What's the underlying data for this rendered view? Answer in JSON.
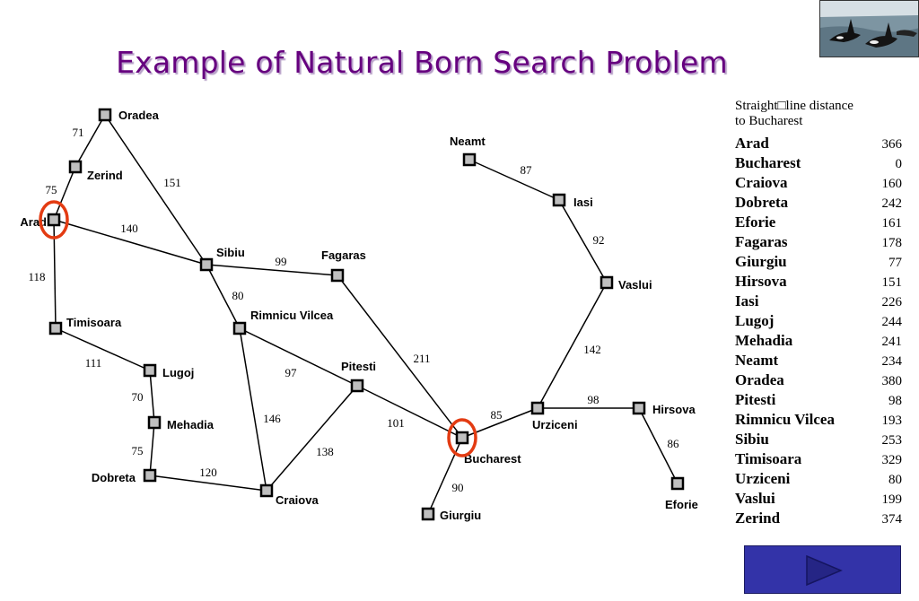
{
  "slide": {
    "title": "Example of Natural Born Search Problem"
  },
  "map": {
    "cities": [
      {
        "id": "oradea",
        "name": "Oradea"
      },
      {
        "id": "zerind",
        "name": "Zerind"
      },
      {
        "id": "arad",
        "name": "Arad"
      },
      {
        "id": "timisoara",
        "name": "Timisoara"
      },
      {
        "id": "lugoj",
        "name": "Lugoj"
      },
      {
        "id": "mehadia",
        "name": "Mehadia"
      },
      {
        "id": "dobreta",
        "name": "Dobreta"
      },
      {
        "id": "craiova",
        "name": "Craiova"
      },
      {
        "id": "sibiu",
        "name": "Sibiu"
      },
      {
        "id": "rimnicu",
        "name": "Rimnicu Vilcea"
      },
      {
        "id": "fagaras",
        "name": "Fagaras"
      },
      {
        "id": "pitesti",
        "name": "Pitesti"
      },
      {
        "id": "bucharest",
        "name": "Bucharest"
      },
      {
        "id": "giurgiu",
        "name": "Giurgiu"
      },
      {
        "id": "urziceni",
        "name": "Urziceni"
      },
      {
        "id": "hirsova",
        "name": "Hirsova"
      },
      {
        "id": "eforie",
        "name": "Eforie"
      },
      {
        "id": "vaslui",
        "name": "Vaslui"
      },
      {
        "id": "iasi",
        "name": "Iasi"
      },
      {
        "id": "neamt",
        "name": "Neamt"
      }
    ],
    "roads": [
      {
        "from": "oradea",
        "to": "zerind",
        "distance": "71"
      },
      {
        "from": "zerind",
        "to": "arad",
        "distance": "75"
      },
      {
        "from": "oradea",
        "to": "sibiu",
        "distance": "151"
      },
      {
        "from": "arad",
        "to": "sibiu",
        "distance": "140"
      },
      {
        "from": "arad",
        "to": "timisoara",
        "distance": "118"
      },
      {
        "from": "timisoara",
        "to": "lugoj",
        "distance": "111"
      },
      {
        "from": "lugoj",
        "to": "mehadia",
        "distance": "70"
      },
      {
        "from": "mehadia",
        "to": "dobreta",
        "distance": "75"
      },
      {
        "from": "dobreta",
        "to": "craiova",
        "distance": "120"
      },
      {
        "from": "sibiu",
        "to": "fagaras",
        "distance": "99"
      },
      {
        "from": "sibiu",
        "to": "rimnicu",
        "distance": "80"
      },
      {
        "from": "rimnicu",
        "to": "craiova",
        "distance": "146"
      },
      {
        "from": "rimnicu",
        "to": "pitesti",
        "distance": "97"
      },
      {
        "from": "craiova",
        "to": "pitesti",
        "distance": "138"
      },
      {
        "from": "fagaras",
        "to": "bucharest",
        "distance": "211"
      },
      {
        "from": "pitesti",
        "to": "bucharest",
        "distance": "101"
      },
      {
        "from": "bucharest",
        "to": "giurgiu",
        "distance": "90"
      },
      {
        "from": "bucharest",
        "to": "urziceni",
        "distance": "85"
      },
      {
        "from": "urziceni",
        "to": "hirsova",
        "distance": "98"
      },
      {
        "from": "hirsova",
        "to": "eforie",
        "distance": "86"
      },
      {
        "from": "urziceni",
        "to": "vaslui",
        "distance": "142"
      },
      {
        "from": "vaslui",
        "to": "iasi",
        "distance": "92"
      },
      {
        "from": "iasi",
        "to": "neamt",
        "distance": "87"
      }
    ],
    "highlighted": [
      "arad",
      "bucharest"
    ],
    "highlight_color": "#e33b12"
  },
  "sld_table": {
    "heading_line1": "Straight□line distance",
    "heading_line2": "to Bucharest",
    "rows": [
      {
        "city": "Arad",
        "distance": "366"
      },
      {
        "city": "Bucharest",
        "distance": "0"
      },
      {
        "city": "Craiova",
        "distance": "160"
      },
      {
        "city": "Dobreta",
        "distance": "242"
      },
      {
        "city": "Eforie",
        "distance": "161"
      },
      {
        "city": "Fagaras",
        "distance": "178"
      },
      {
        "city": "Giurgiu",
        "distance": "77"
      },
      {
        "city": "Hirsova",
        "distance": "151"
      },
      {
        "city": "Iasi",
        "distance": "226"
      },
      {
        "city": "Lugoj",
        "distance": "244"
      },
      {
        "city": "Mehadia",
        "distance": "241"
      },
      {
        "city": "Neamt",
        "distance": "234"
      },
      {
        "city": "Oradea",
        "distance": "380"
      },
      {
        "city": "Pitesti",
        "distance": "98"
      },
      {
        "city": "Rimnicu Vilcea",
        "distance": "193"
      },
      {
        "city": "Sibiu",
        "distance": "253"
      },
      {
        "city": "Timisoara",
        "distance": "329"
      },
      {
        "city": "Urziceni",
        "distance": "80"
      },
      {
        "city": "Vaslui",
        "distance": "199"
      },
      {
        "city": "Zerind",
        "distance": "374"
      }
    ]
  },
  "controls": {
    "next_icon": "play-arrow-icon",
    "button_color": "#3333a8"
  },
  "photo": {
    "icon": "orca-whales-photo"
  }
}
